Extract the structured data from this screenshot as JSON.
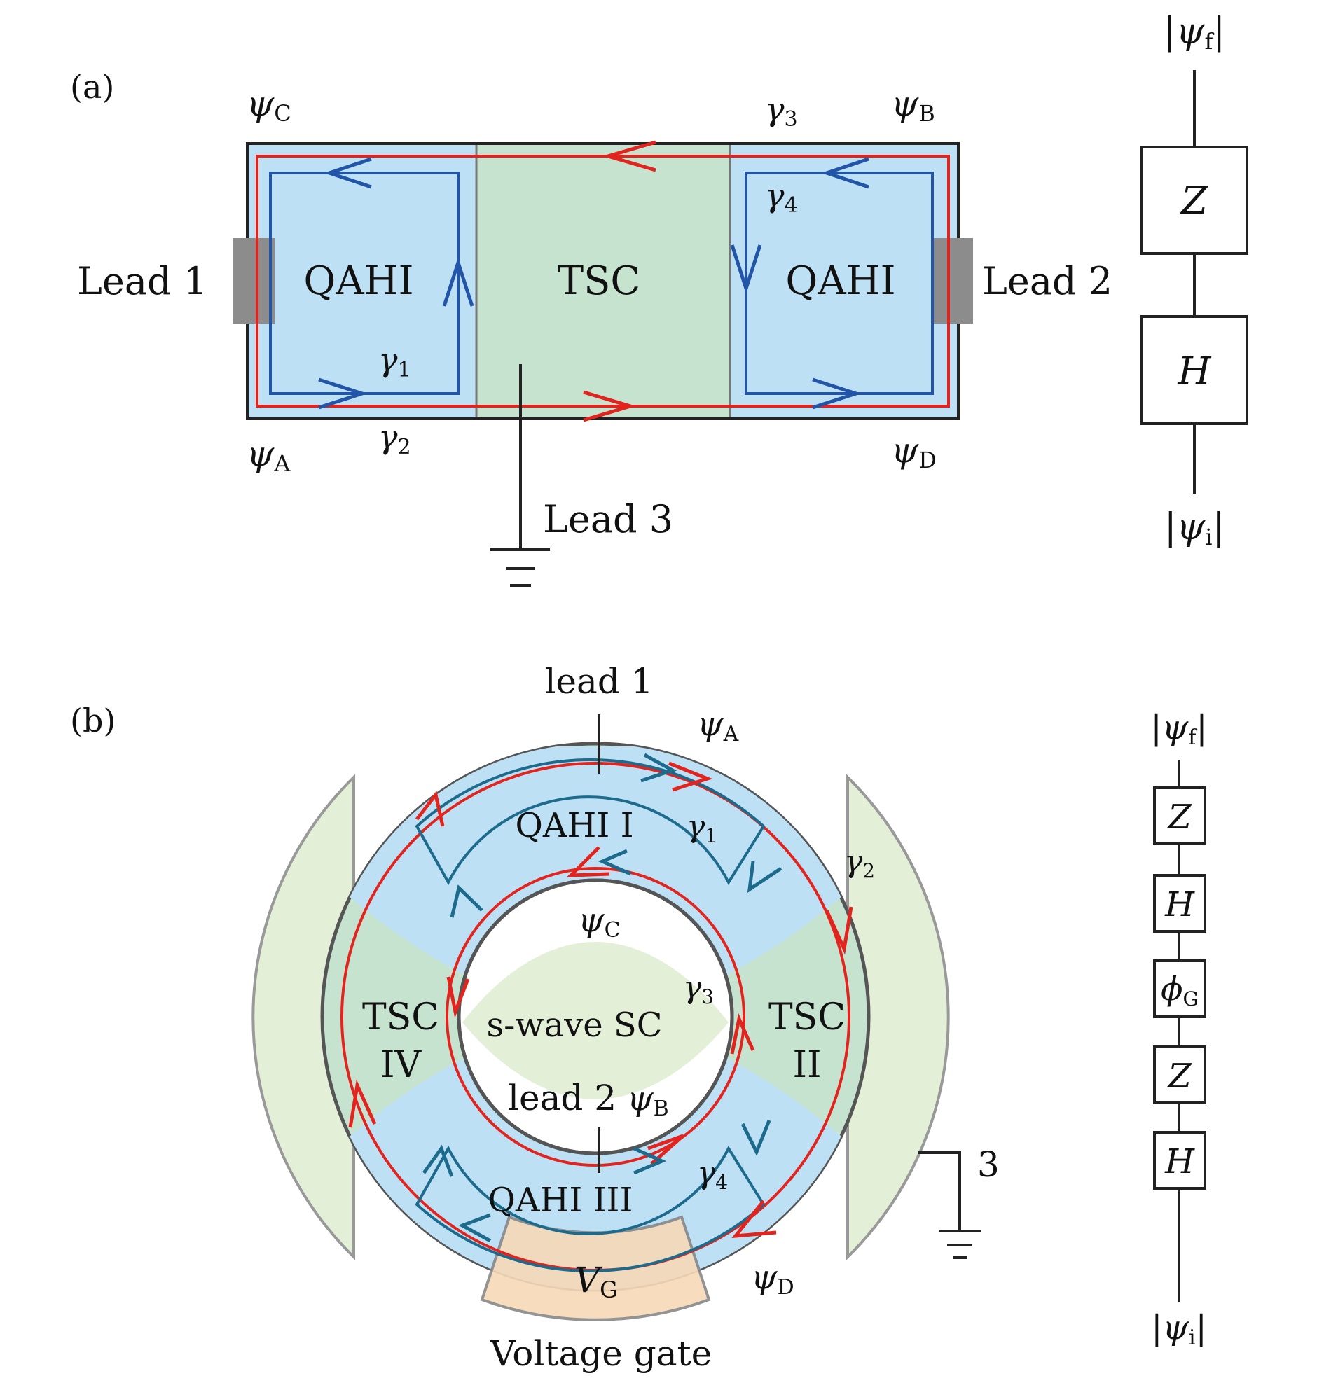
{
  "panel_a": {
    "label": "(a)",
    "regions": {
      "qahi_left": "QAHI",
      "tsc": "TSC",
      "qahi_right": "QAHI"
    },
    "leads": {
      "lead1": "Lead  1",
      "lead2": "Lead  2",
      "lead3": "Lead  3"
    },
    "psi": {
      "sym": "ψ",
      "C": "C",
      "B": "B",
      "A": "A",
      "D": "D"
    },
    "gamma": {
      "sym": "γ",
      "g1": "1",
      "g2": "2",
      "g3": "3",
      "g4": "4"
    },
    "circuit": {
      "top": {
        "bar": "|",
        "sym": "ψ",
        "sub": "f"
      },
      "gates": [
        "Z",
        "H"
      ],
      "bottom": {
        "bar": "|",
        "sym": "ψ",
        "sub": "i"
      }
    }
  },
  "panel_b": {
    "label": "(b)",
    "regions": {
      "qahi1": "QAHI I",
      "qahi3": "QAHI III",
      "tsc2_line1": "TSC",
      "tsc2_line2": "II",
      "tsc4_line1": "TSC",
      "tsc4_line2": "IV",
      "center": "s-wave SC"
    },
    "leads": {
      "lead1": "lead  1",
      "lead2": "lead  2",
      "lead3": "3"
    },
    "gate": {
      "sym": "V",
      "sub": "G",
      "caption": "Voltage gate"
    },
    "psi": {
      "sym": "ψ",
      "A": "A",
      "B": "B",
      "C": "C",
      "D": "D"
    },
    "gamma": {
      "sym": "γ",
      "g1": "1",
      "g2": "2",
      "g3": "3",
      "g4": "4"
    },
    "circuit": {
      "top": {
        "bar": "|",
        "sym": "ψ",
        "sub": "f"
      },
      "gates": [
        {
          "sym": "Z",
          "sub": ""
        },
        {
          "sym": "H",
          "sub": ""
        },
        {
          "sym": "ϕ",
          "sub": "G"
        },
        {
          "sym": "Z",
          "sub": ""
        },
        {
          "sym": "H",
          "sub": ""
        }
      ],
      "bottom": {
        "bar": "|",
        "sym": "ψ",
        "sub": "i"
      }
    }
  },
  "colors": {
    "qahi": "#bde0f5",
    "tsc": "#c6e3d0",
    "wing": "#e4efd7",
    "gate": "#f7d9b8",
    "red_edge": "#e3231d",
    "blue_edge": "#2255a8",
    "teal_edge": "#1d6b8c",
    "lead_pad": "#8c8c8c"
  }
}
